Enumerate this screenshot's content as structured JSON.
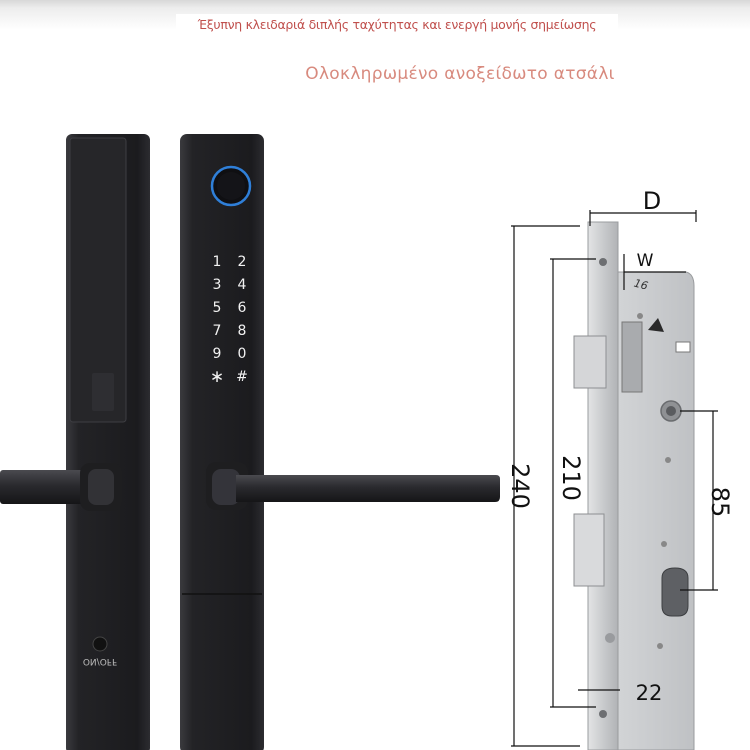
{
  "header": {
    "subtitle": "Έξυπνη κλειδαριά διπλής ταχύτητας και ενεργή μονής σημείωσης",
    "headline": "Ολοκληρωμένο ανοξείδωτο ατσάλι"
  },
  "keypad": {
    "keys": [
      "1",
      "2",
      "3",
      "4",
      "5",
      "6",
      "7",
      "8",
      "9",
      "0",
      "∗",
      "#"
    ]
  },
  "rear_panel": {
    "switch_label": "ON/OFF"
  },
  "dimensions": {
    "depth_label": "D",
    "width_label": "W",
    "width_value": "16",
    "overall_height": "240",
    "faceplate_height": "210",
    "center_distance": "85",
    "backset": "22"
  },
  "colors": {
    "subtitle_text": "#c0504d",
    "headline_text": "#d88a7e",
    "lock_body": "#1e1e21",
    "steel": "#c9cbcd",
    "fingerprint_ring": "#2f7fd8"
  }
}
